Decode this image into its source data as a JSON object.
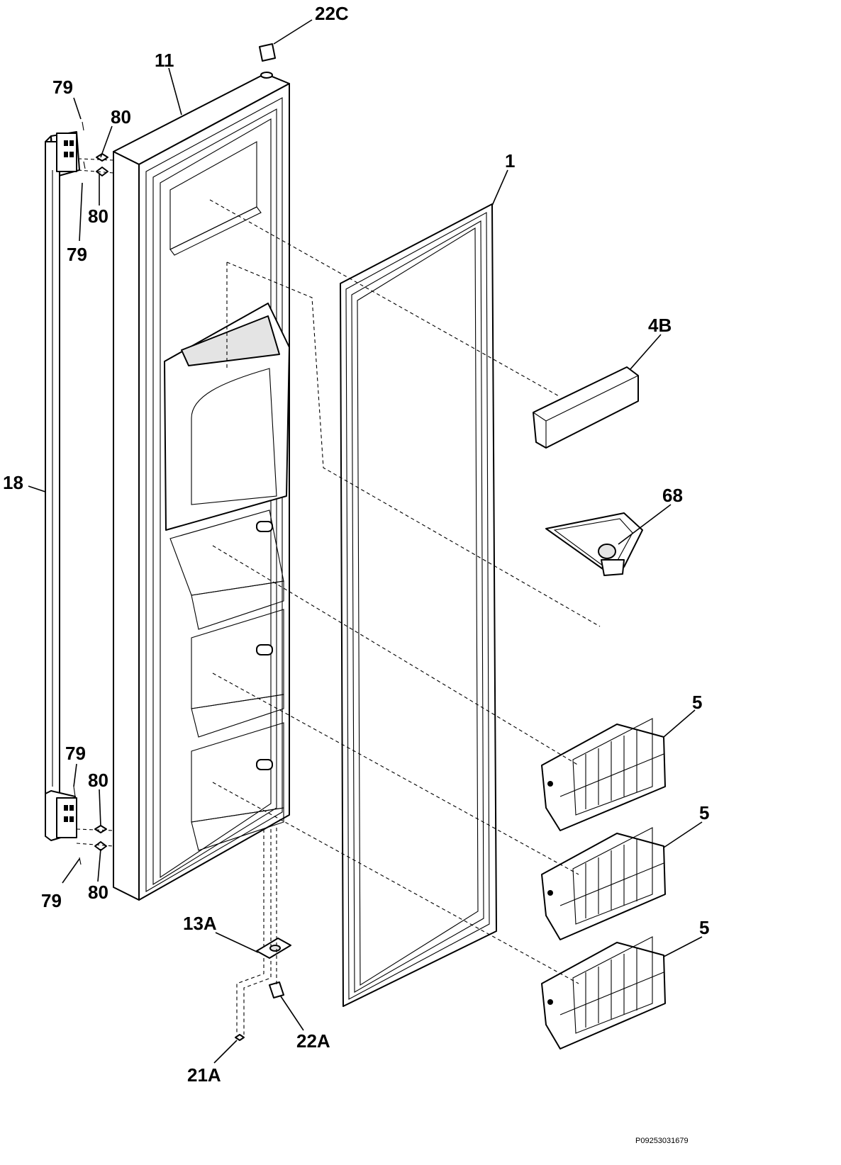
{
  "labels": {
    "l22C": "22C",
    "l11": "11",
    "l79a": "79",
    "l80a": "80",
    "l80b": "80",
    "l79b": "79",
    "l1": "1",
    "l4B": "4B",
    "l18": "18",
    "l68": "68",
    "l5a": "5",
    "l79c": "79",
    "l80c": "80",
    "l5b": "5",
    "l79d": "79",
    "l80d": "80",
    "l13A": "13A",
    "l5c": "5",
    "l22A": "22A",
    "l21A": "21A"
  },
  "drawing_code": "P09253031679"
}
